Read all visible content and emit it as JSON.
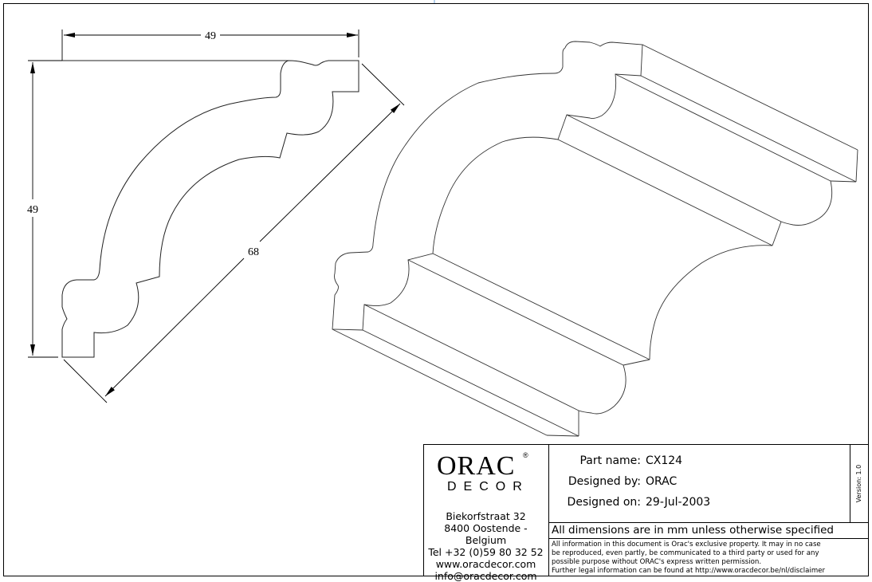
{
  "drawing": {
    "dimensions": {
      "width": "49",
      "height": "49",
      "diagonal": "68"
    }
  },
  "title_block": {
    "logo": {
      "brand": "ORAC",
      "sub": "DECOR",
      "registered": "®"
    },
    "address": [
      "Biekorfstraat 32",
      "8400 Oostende - Belgium",
      "Tel  +32 (0)59 80 32 52",
      "www.oracdecor.com",
      "info@oracdecor.com"
    ],
    "part_name_label": "Part name:",
    "part_name": "CX124",
    "designed_by_label": "Designed by:",
    "designed_by": "ORAC",
    "designed_on_label": "Designed on:",
    "designed_on": "29-Jul-2003",
    "version": "Version: 1.0",
    "units_note": "All dimensions are in mm unless otherwise specified",
    "legal": [
      "All information in this document is Orac's exclusive property.  It may in no case",
      "be reproduced, even partly, be communicated to a third party or used for any",
      "possible purpose without ORAC's express written permission.",
      "Further legal information can be found at http://www.oracdecor.be/nl/disclaimer"
    ]
  }
}
